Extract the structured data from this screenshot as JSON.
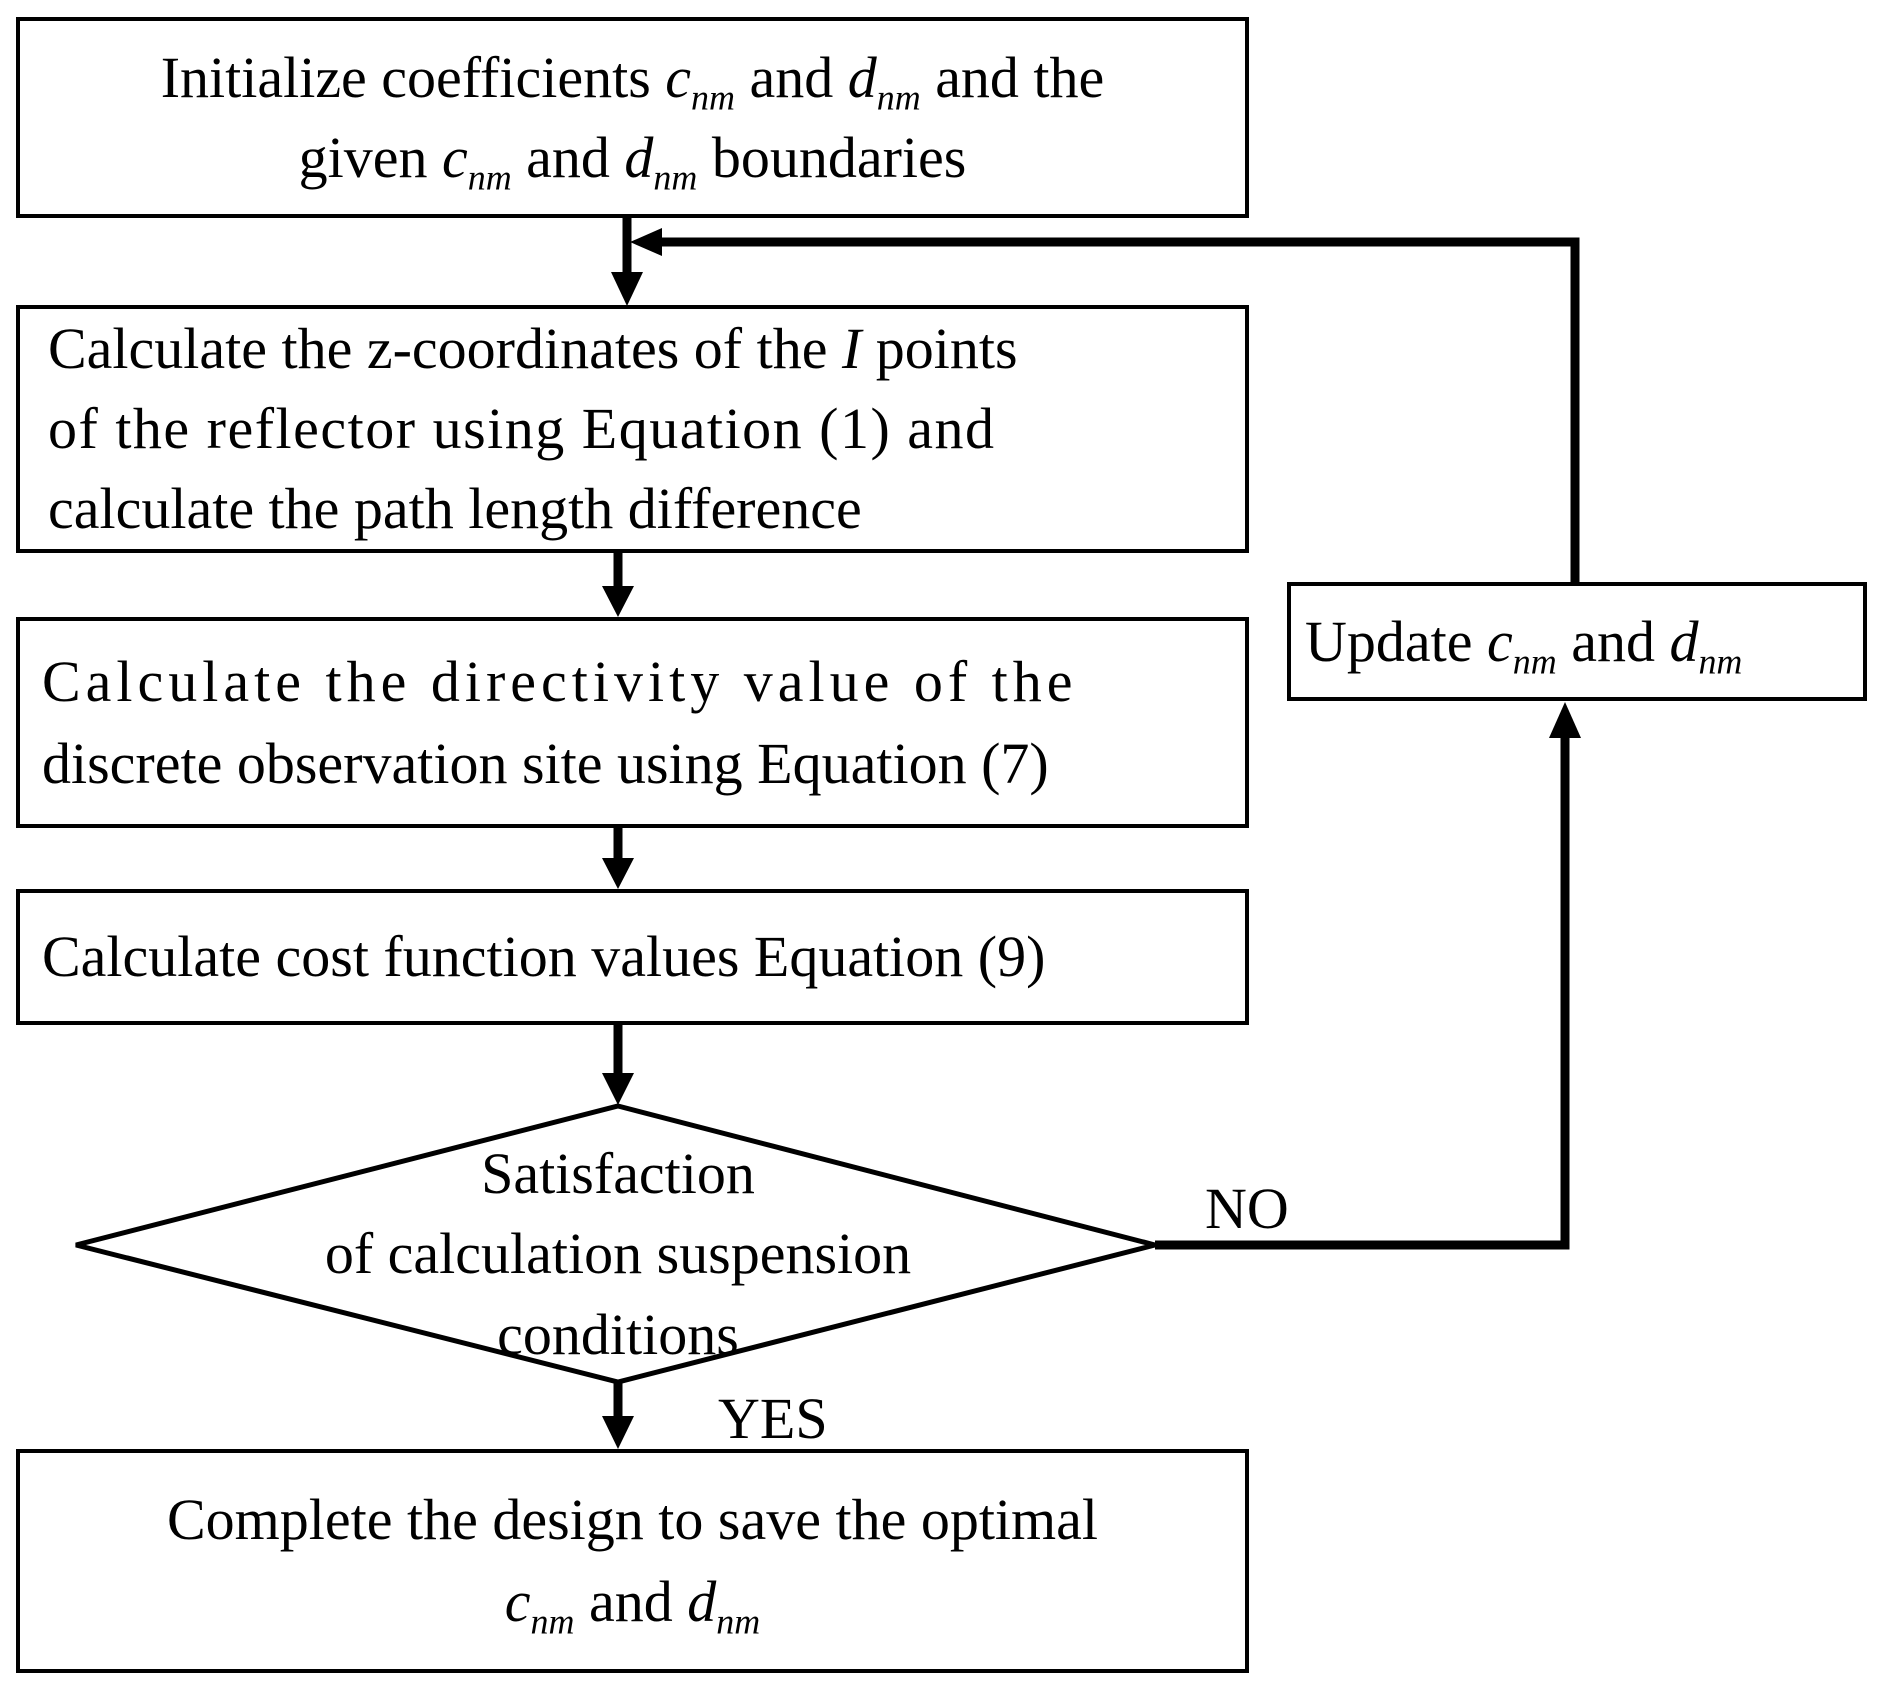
{
  "steps": {
    "init": {
      "line1_pre": "Initialize coefficients ",
      "c": "c",
      "nm": "nm",
      "and1": " and ",
      "d": "d",
      "line1_post": " and the",
      "line2_pre": "given ",
      "and2": " and ",
      "line2_post": " boundaries"
    },
    "zcoord": {
      "line1_pre": "Calculate the z-coordinates of the ",
      "I": "I",
      "line1_post": " points",
      "line2": "of the reflector using Equation (1) and",
      "line3": "calculate the path length difference"
    },
    "directivity": {
      "line1": "Calculate the directivity value of the",
      "line2": "discrete observation site using Equation (7)"
    },
    "cost": {
      "line1": "Calculate cost function values Equation (9)"
    },
    "decision": {
      "line1": "Satisfaction",
      "line2": "of calculation suspension",
      "line3": "conditions"
    },
    "complete": {
      "line1": "Complete the design to save the optimal",
      "and": " and "
    },
    "update": {
      "pre": "Update ",
      "and": " and "
    }
  },
  "labels": {
    "no": "NO",
    "yes": "YES"
  },
  "symbols": {
    "c": "c",
    "d": "d",
    "nm": "nm"
  }
}
